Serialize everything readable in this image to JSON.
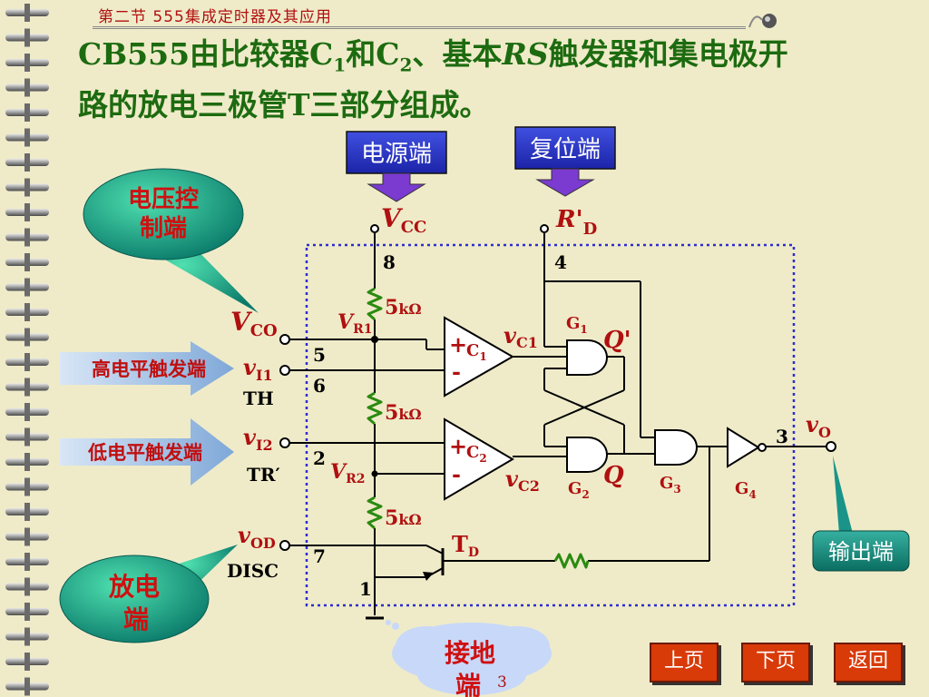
{
  "header": {
    "title": "第二节  555集成定时器及其应用"
  },
  "heading": {
    "p1": "CB555由比较器C",
    "s1": "1",
    "p2": "和C",
    "s2": "2",
    "p3": "、基本",
    "rs": "RS",
    "p4": "触发器和集电极开",
    "line2": "路的放电三极管T三部分组成。"
  },
  "callouts": {
    "power": "电源端",
    "reset": "复位端",
    "voltage_control_1": "电压控",
    "voltage_control_2": "制端",
    "high_trigger": "高电平触发端",
    "low_trigger": "低电平触发端",
    "discharge_1": "放电",
    "discharge_2": "端",
    "output": "输出端",
    "ground_1": "接地",
    "ground_2": "端"
  },
  "pins": {
    "vcc_v": "V",
    "vcc_sub": "CC",
    "vcc_num": "8",
    "rd_r": "R'",
    "rd_sub": "D",
    "rd_num": "4",
    "vco_v": "V",
    "vco_sub": "CO",
    "vco_num": "5",
    "vi1_v": "v",
    "vi1_sub": "I1",
    "vi1_num": "6",
    "th": "TH",
    "vi2_v": "v",
    "vi2_sub": "I2",
    "vi2_num": "2",
    "tr": "TR′",
    "vod_v": "v",
    "vod_sub": "OD",
    "vod_num": "7",
    "disc": "DISC",
    "gnd_num": "1",
    "vo_v": "v",
    "vo_sub": "O",
    "vo_num": "3"
  },
  "components": {
    "r_val": "5",
    "r_unit": "kΩ",
    "vr1": "V",
    "vr1_sub": "R1",
    "vr2": "V",
    "vr2_sub": "R2",
    "c1_plus": "+",
    "c1_name": "C",
    "c1_sub": "1",
    "c1_minus": "-",
    "c2_plus": "+",
    "c2_name": "C",
    "c2_sub": "2",
    "c2_minus": "-",
    "vc1": "v",
    "vc1_sub": "C1",
    "vc2": "v",
    "vc2_sub": "C2",
    "g1": "G",
    "g1_sub": "1",
    "g2": "G",
    "g2_sub": "2",
    "g3": "G",
    "g3_sub": "3",
    "g4": "G",
    "g4_sub": "4",
    "q_bar": "Q'",
    "q": "Q",
    "td": "T",
    "td_sub": "D"
  },
  "nav": {
    "prev": "上页",
    "next": "下页",
    "back": "返回"
  },
  "page_number": "3",
  "colors": {
    "heading": "#1d6b10",
    "label_red": "#b01010",
    "callout_blue": "#2a35c8",
    "frame_dash": "#2c2cd0",
    "resistor": "#2a8a10",
    "nav_bg": "#d83a08"
  }
}
